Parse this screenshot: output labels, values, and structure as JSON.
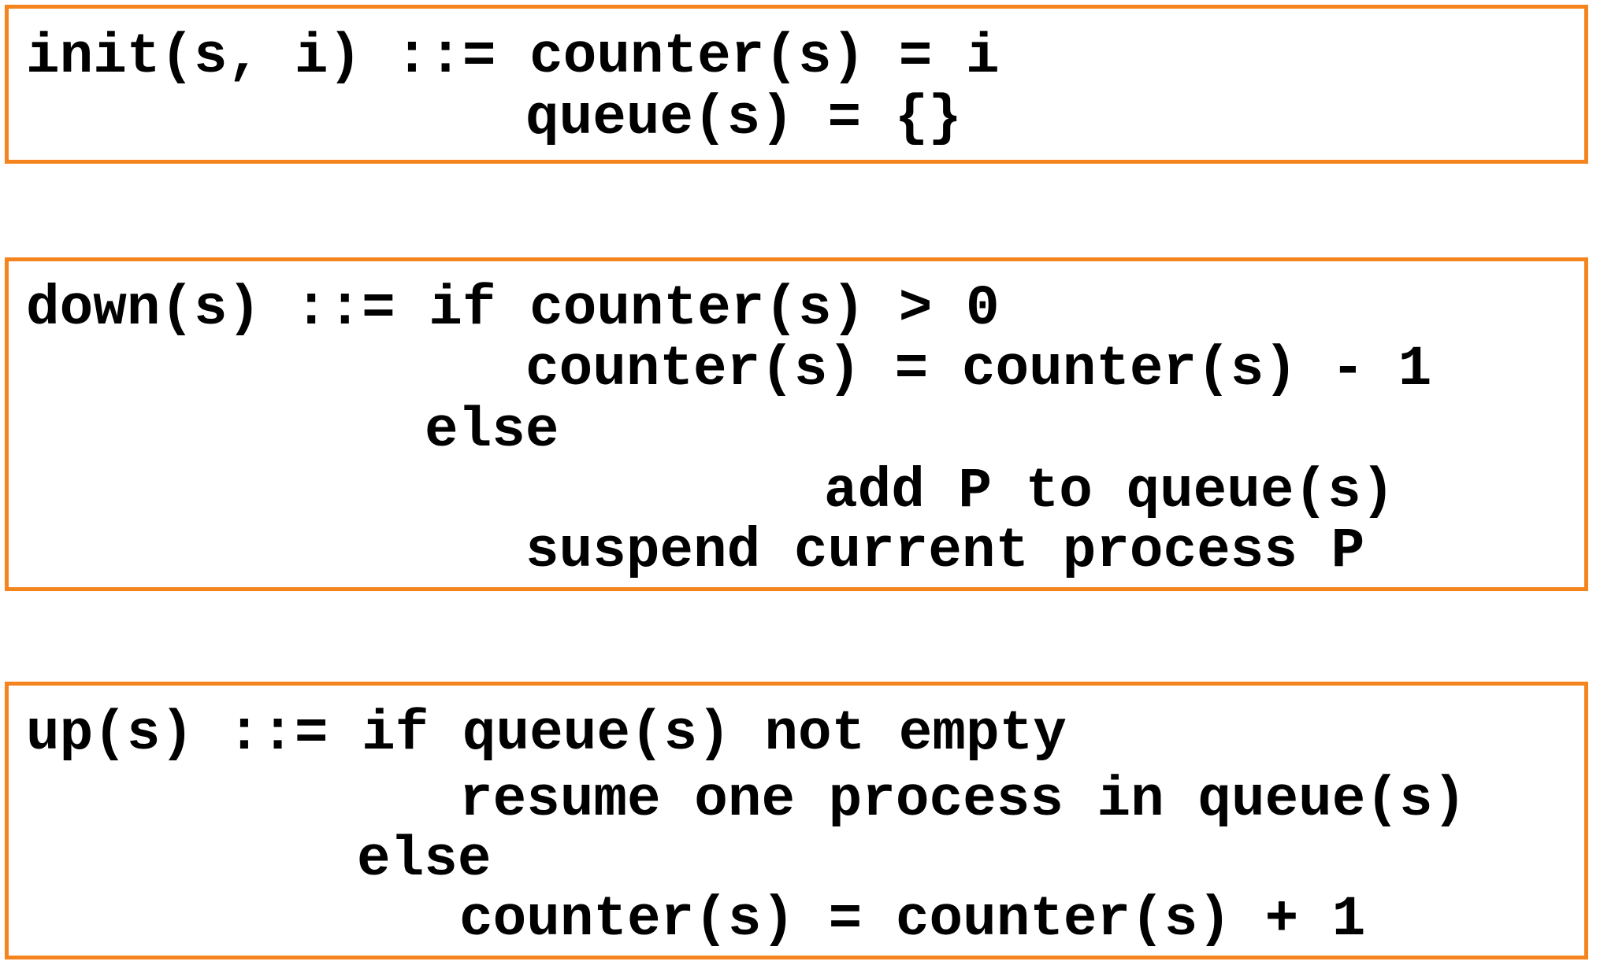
{
  "colors": {
    "box_border": "#f5841f",
    "text": "#000000",
    "background": "#ffffff"
  },
  "blocks": {
    "init": {
      "lines": [
        "init(s, i) ::= counter(s) = i",
        "queue(s) = {}"
      ]
    },
    "down": {
      "lines": [
        "down(s) ::= if counter(s) > 0",
        "counter(s) = counter(s) - 1",
        "else",
        "add P to queue(s)",
        "suspend current process P"
      ]
    },
    "up": {
      "lines": [
        "up(s) ::= if queue(s) not empty",
        "resume one process in queue(s)",
        "else",
        "counter(s) = counter(s) + 1"
      ]
    }
  }
}
